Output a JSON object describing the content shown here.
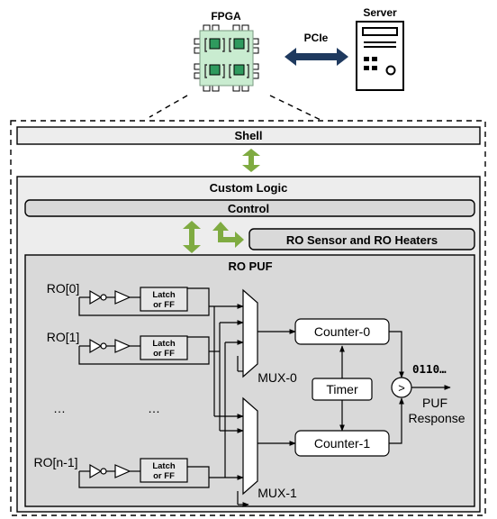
{
  "fpga": {
    "label": "FPGA"
  },
  "server": {
    "label": "Server"
  },
  "link": {
    "label": "PCIe"
  },
  "shell": {
    "label": "Shell"
  },
  "custom_logic": {
    "label": "Custom Logic"
  },
  "control": {
    "label": "Control"
  },
  "ro_sensor": {
    "label": "RO Sensor and RO Heaters"
  },
  "ro_puf": {
    "label": "RO PUF"
  },
  "oscillators": [
    {
      "label": "RO[0]",
      "latch_line1": "Latch",
      "latch_line2": "or FF"
    },
    {
      "label": "RO[1]",
      "latch_line1": "Latch",
      "latch_line2": "or FF"
    },
    {
      "label": "RO[n-1]",
      "latch_line1": "Latch",
      "latch_line2": "or FF"
    }
  ],
  "ellipsis": "…",
  "mux0": {
    "label": "MUX-0"
  },
  "mux1": {
    "label": "MUX-1"
  },
  "counter0": {
    "label": "Counter-0"
  },
  "counter1": {
    "label": "Counter-1"
  },
  "timer": {
    "label": "Timer"
  },
  "comparator": {
    "symbol": ">"
  },
  "output_bits": "0110…",
  "puf_response": {
    "line1": "PUF",
    "line2": "Response"
  },
  "colors": {
    "arrow_green": "#7fab41",
    "link_blue": "#1f3a5f",
    "fpga_green": "#c9ecd0",
    "fpga_core": "#2f9a5e",
    "panel_light": "#ededed",
    "panel_mid": "#d9d9d9",
    "box_fill": "#e6e6e6"
  }
}
